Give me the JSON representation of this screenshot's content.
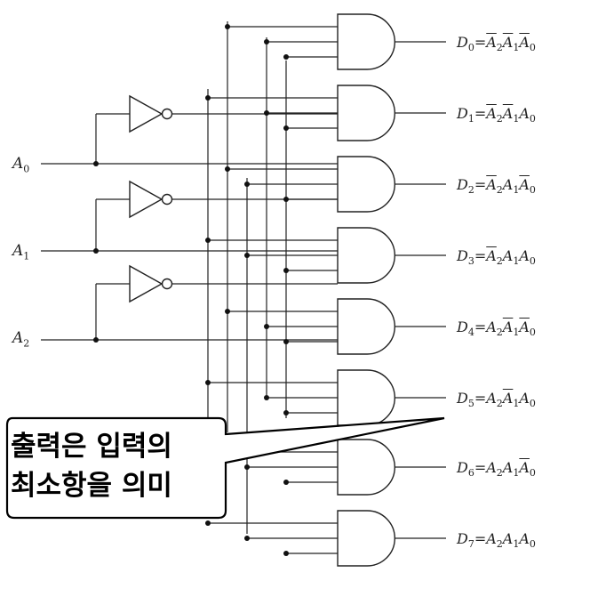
{
  "inputs": [
    {
      "label": "A0",
      "name": "A",
      "sub": "0"
    },
    {
      "label": "A1",
      "name": "A",
      "sub": "1"
    },
    {
      "label": "A2",
      "name": "A",
      "sub": "2"
    }
  ],
  "outputs": [
    {
      "label": "D0 = A̅2A̅1A̅0",
      "d": "0",
      "terms": [
        {
          "sub": "2",
          "bar": true
        },
        {
          "sub": "1",
          "bar": true
        },
        {
          "sub": "0",
          "bar": true
        }
      ]
    },
    {
      "label": "D1 = A̅2A̅1A0",
      "d": "1",
      "terms": [
        {
          "sub": "2",
          "bar": true
        },
        {
          "sub": "1",
          "bar": true
        },
        {
          "sub": "0",
          "bar": false
        }
      ]
    },
    {
      "label": "D2 = A̅2A1A̅0",
      "d": "2",
      "terms": [
        {
          "sub": "2",
          "bar": true
        },
        {
          "sub": "1",
          "bar": false
        },
        {
          "sub": "0",
          "bar": true
        }
      ]
    },
    {
      "label": "D3 = A̅2A1A0",
      "d": "3",
      "terms": [
        {
          "sub": "2",
          "bar": true
        },
        {
          "sub": "1",
          "bar": false
        },
        {
          "sub": "0",
          "bar": false
        }
      ]
    },
    {
      "label": "D4 = A2A̅1A̅0",
      "d": "4",
      "terms": [
        {
          "sub": "2",
          "bar": false
        },
        {
          "sub": "1",
          "bar": true
        },
        {
          "sub": "0",
          "bar": true
        }
      ]
    },
    {
      "label": "D5 = A2A̅1A0",
      "d": "5",
      "terms": [
        {
          "sub": "2",
          "bar": false
        },
        {
          "sub": "1",
          "bar": true
        },
        {
          "sub": "0",
          "bar": false
        }
      ]
    },
    {
      "label": "D6 = A2A1A̅0",
      "d": "6",
      "terms": [
        {
          "sub": "2",
          "bar": false
        },
        {
          "sub": "1",
          "bar": false
        },
        {
          "sub": "0",
          "bar": true
        }
      ]
    },
    {
      "label": "D7 = A2A1A0",
      "d": "7",
      "terms": [
        {
          "sub": "2",
          "bar": false
        },
        {
          "sub": "1",
          "bar": false
        },
        {
          "sub": "0",
          "bar": false
        }
      ]
    }
  ],
  "callout": {
    "line1": "출력은 입력의",
    "line2": "최소항을 의미"
  }
}
